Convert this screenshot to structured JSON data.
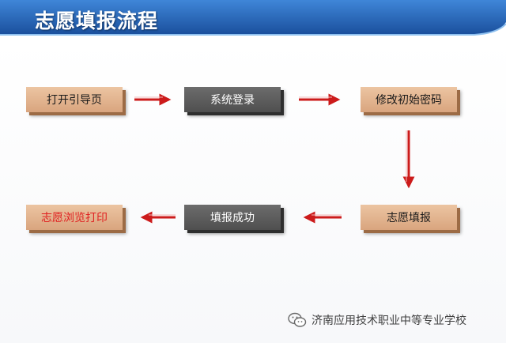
{
  "header": {
    "title": "志愿填报流程"
  },
  "flow": {
    "steps": [
      {
        "label": "打开引导页",
        "style": "tan"
      },
      {
        "label": "系统登录",
        "style": "gray"
      },
      {
        "label": "修改初始密码",
        "style": "tan"
      },
      {
        "label": "志愿填报",
        "style": "tan"
      },
      {
        "label": "填报成功",
        "style": "gray"
      },
      {
        "label": "志愿浏览打印",
        "style": "tan-red-text"
      }
    ],
    "colors": {
      "arrow": "#cc1b1b",
      "tan_box": "#e6b892",
      "gray_box": "#5e5e5e",
      "highlight_text": "#e02020",
      "header_blue": "#1f5fb3"
    }
  },
  "footer": {
    "icon": "wechat-icon",
    "text": "济南应用技术职业中等专业学校"
  }
}
